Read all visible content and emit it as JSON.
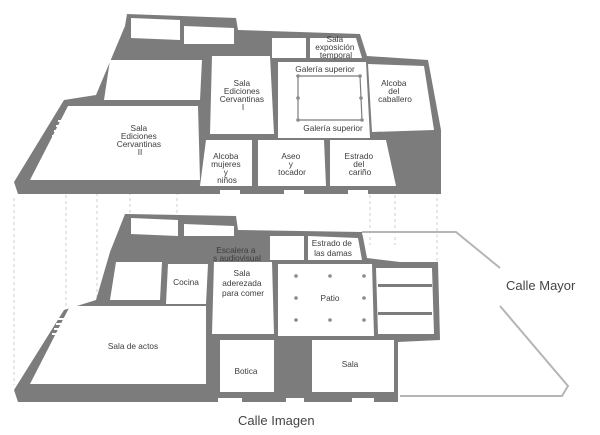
{
  "streets": {
    "calle_imagen": "Calle Imagen",
    "calle_mayor": "Calle Mayor"
  },
  "upper_floor": {
    "rooms": {
      "sala_exposicion": [
        "Sala",
        "exposición",
        "temporal"
      ],
      "galeria_superior_top": [
        "Galería superior"
      ],
      "galeria_superior_bottom": [
        "Galería superior"
      ],
      "alcoba_caballero": [
        "Alcoba",
        "del",
        "caballero"
      ],
      "sala_ediciones_1": [
        "Sala",
        "Ediciones",
        "Cervantinas",
        "I"
      ],
      "sala_ediciones_2": [
        "Sala",
        "Ediciones",
        "Cervantinas",
        "II"
      ],
      "alcoba_mujeres": [
        "Alcoba",
        "mujeres",
        "y",
        "niños"
      ],
      "aseo_tocador": [
        "Aseo",
        "y",
        "tocador"
      ],
      "estrado_carino": [
        "Estrado",
        "del",
        "cariño"
      ]
    }
  },
  "ground_floor": {
    "rooms": {
      "escalera_audiovisual": [
        "Escalera a",
        "s audiovisual"
      ],
      "estrado_damas": [
        "Estrado de",
        "las damas"
      ],
      "cocina": [
        "Cocina"
      ],
      "sala_aderezada": [
        "Sala",
        "aderezada",
        "para comer"
      ],
      "patio": [
        "Patio"
      ],
      "sala_actos": [
        "Sala de actos"
      ],
      "botica": [
        "Botica"
      ],
      "sala": [
        "Sala"
      ]
    }
  },
  "colors": {
    "wall": "#7c7c7c",
    "floor": "#ffffff",
    "text": "#3c3c3c",
    "guide": "#c4c4c4"
  }
}
